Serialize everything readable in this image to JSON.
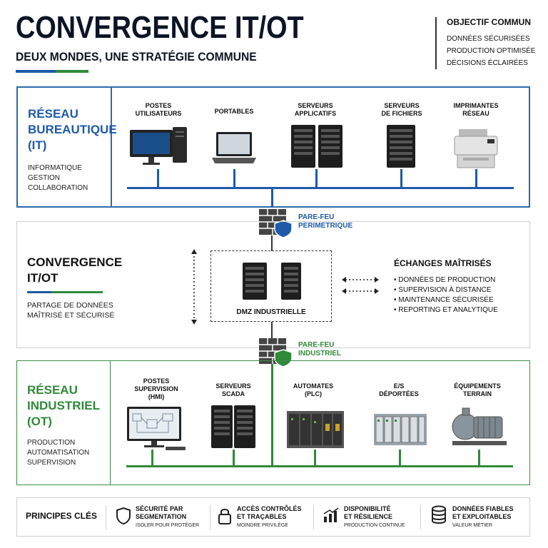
{
  "header": {
    "title": "CONVERGENCE IT/OT",
    "subtitle": "DEUX MONDES, UNE STRATÉGIE COMMUNE"
  },
  "objectif": {
    "title": "OBJECTIF COMMUN",
    "items": [
      "DONNÉES SÉCURISÉES",
      "PRODUCTION OPTIMISÉE",
      "DÉCISIONS ÉCLAIRÉES"
    ]
  },
  "it": {
    "title_lines": [
      "RÉSEAU",
      "BUREAUTIQUE",
      "(IT)"
    ],
    "items": [
      "INFORMATIQUE",
      "GESTION",
      "COLLABORATION"
    ],
    "devices": [
      {
        "label": "POSTES\nUTILISATEURS"
      },
      {
        "label": "PORTABLES"
      },
      {
        "label": "SERVEURS\nAPPLICATIFS"
      },
      {
        "label": "SERVEURS\nDE FICHIERS"
      },
      {
        "label": "IMPRIMANTES\nRÉSEAU"
      }
    ],
    "color": "#1e5aa8"
  },
  "firewall_top": {
    "line1": "PARE-FEU",
    "line2": "PÉRIMÉTRIQUE"
  },
  "convergence": {
    "title_lines": [
      "CONVERGENCE",
      "IT/OT"
    ],
    "items": [
      "PARTAGE DE DONNÉES",
      "MAÎTRISÉ ET SÉCURISÉ"
    ],
    "dmz_label": "DMZ INDUSTRIELLE",
    "echanges_title": "ÉCHANGES MAÎTRISÉS",
    "echanges": [
      "DONNÉES DE PRODUCTION",
      "SUPERVISION À DISTANCE",
      "MAINTENANCE SÉCURISÉE",
      "REPORTING ET ANALYTIQUE"
    ]
  },
  "firewall_bottom": {
    "line1": "PARE-FEU",
    "line2": "INDUSTRIEL"
  },
  "ot": {
    "title_lines": [
      "RÉSEAU",
      "INDUSTRIEL",
      "(OT)"
    ],
    "items": [
      "PRODUCTION",
      "AUTOMATISATION",
      "SUPERVISION"
    ],
    "devices": [
      {
        "label": "POSTES\nSUPERVISION\n(HMI)"
      },
      {
        "label": "SERVEURS\nSCADA"
      },
      {
        "label": "AUTOMATES\n(PLC)"
      },
      {
        "label": "E/S\nDÉPORTÉES"
      },
      {
        "label": "ÉQUIPEMENTS\nTERRAIN"
      }
    ],
    "color": "#2f8a3a"
  },
  "principes": {
    "title": "PRINCIPES CLÉS",
    "items": [
      {
        "icon": "shield-icon",
        "title": "SÉCURITÉ PAR\nSEGMENTATION",
        "sub": "ISOLER POUR PROTÉGER"
      },
      {
        "icon": "lock-icon",
        "title": "ACCÈS CONTRÔLÉS\nET TRAÇABLES",
        "sub": "MOINDRE PRIVILÈGE"
      },
      {
        "icon": "chart-icon",
        "title": "DISPONIBILITÉ\nET RÉSILIENCE",
        "sub": "PRODUCTION CONTINUE"
      },
      {
        "icon": "database-icon",
        "title": "DONNÉES FIABLES\nET EXPLOITABLES",
        "sub": "VALEUR MÉTIER"
      }
    ]
  }
}
